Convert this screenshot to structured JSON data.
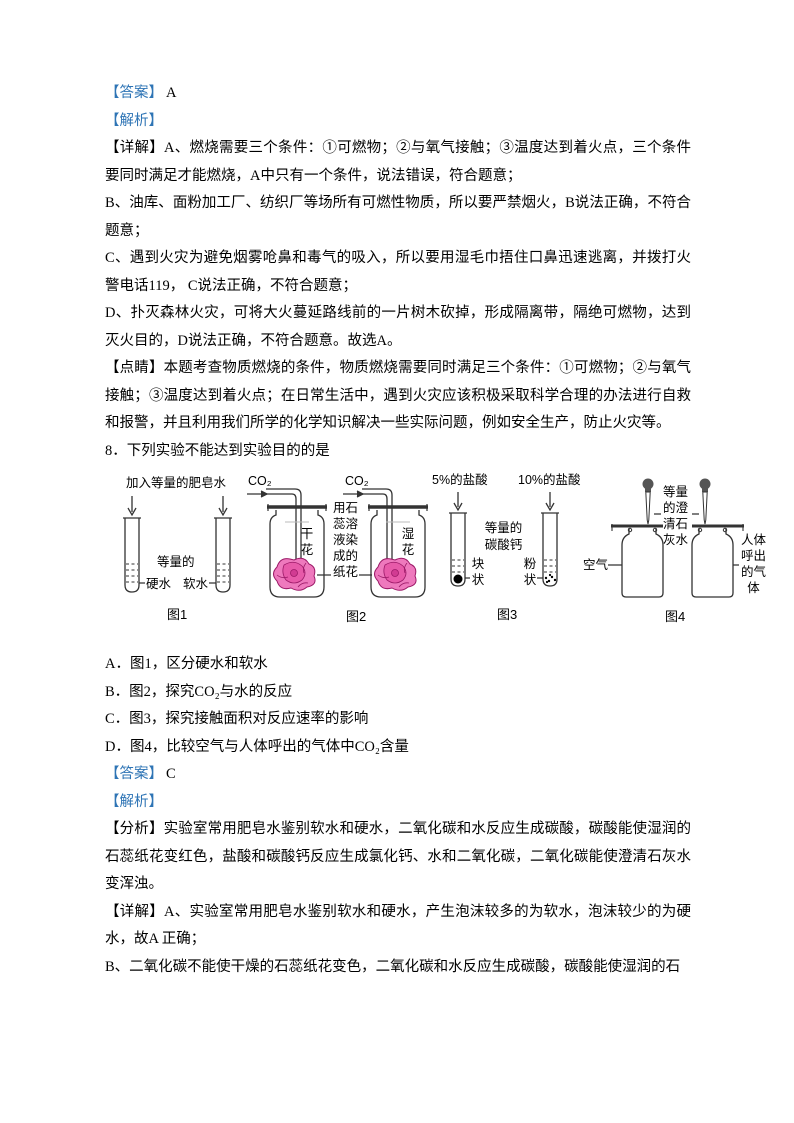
{
  "labels": {
    "answer": "【答案】",
    "analysis": "【解析】"
  },
  "q7": {
    "answer": "A",
    "detail_a": "【详解】A、燃烧需要三个条件：①可燃物；②与氧气接触；③温度达到着火点，三个条件要同时满足才能燃烧，A中只有一个条件，说法错误，符合题意；",
    "detail_b": "B、油库、面粉加工厂、纺织厂等场所有可燃性物质，所以要严禁烟火，B说法正确，不符合题意；",
    "detail_c": "C、遇到火灾为避免烟雾呛鼻和毒气的吸入，所以要用湿毛巾捂住口鼻迅速逃离，并拨打火警电话119，  C说法正确，不符合题意；",
    "detail_d": "D、扑灭森林火灾，可将大火蔓延路线前的一片树木砍掉，形成隔离带，隔绝可燃物，达到灭火目的，D说法正确，不符合题意。故选A。",
    "tips": "【点睛】本题考查物质燃烧的条件，物质燃烧需要同时满足三个条件：①可燃物；②与氧气接触；③温度达到着火点；在日常生活中，遇到火灾应该积极采取科学合理的办法进行自救和报警，并且利用我们所学的化学知识解决一些实际问题，例如安全生产，防止火灾等。"
  },
  "q8": {
    "question": "8．下列实验不能达到实验目的的是",
    "options": [
      "A．图1，区分硬水和软水",
      "B．图2，探究CO₂与水的反应",
      "C．图3，探究接触面积对反应速率的影响",
      "D．图4，比较空气与人体呼出的气体中CO₂含量"
    ],
    "answer": "C",
    "analysis_text": "【分析】实验室常用肥皂水鉴别软水和硬水，二氧化碳和水反应生成碳酸，碳酸能使湿润的石蕊纸花变红色，盐酸和碳酸钙反应生成氯化钙、水和二氧化碳，二氧化碳能使澄清石灰水变浑浊。",
    "detail_a": "【详解】A、实验室常用肥皂水鉴别软水和硬水，产生泡沫较多的为软水，泡沫较少的为硬水，故A 正确；",
    "detail_b_partial": "B、二氧化碳不能使干燥的石蕊纸花变色，二氧化碳和水反应生成碳酸，碳酸能使湿润的石",
    "figures": {
      "fig1": {
        "top": "加入等量的肥皂水",
        "equal": "等量的",
        "left": "硬水",
        "right": "软水",
        "caption": "图1"
      },
      "fig2": {
        "gas": "CO₂",
        "dry": "干花",
        "wet": "湿花",
        "middle": "用石蕊溶液染成的纸花",
        "caption": "图2"
      },
      "fig3": {
        "acid5": "5%的盐酸",
        "acid10": "10%的盐酸",
        "equal": "等量的碳酸钙",
        "lump": "块状",
        "powder": "粉状",
        "caption": "图3"
      },
      "fig4": {
        "equal": "等量的澄清石灰水",
        "air": "空气",
        "exhaled": "人体呼出的气体",
        "caption": "图4"
      }
    }
  },
  "colors": {
    "marker_blue": "#2E74B5",
    "flower_pink": "#ee79bd",
    "flower_deep": "#9c1a68"
  }
}
